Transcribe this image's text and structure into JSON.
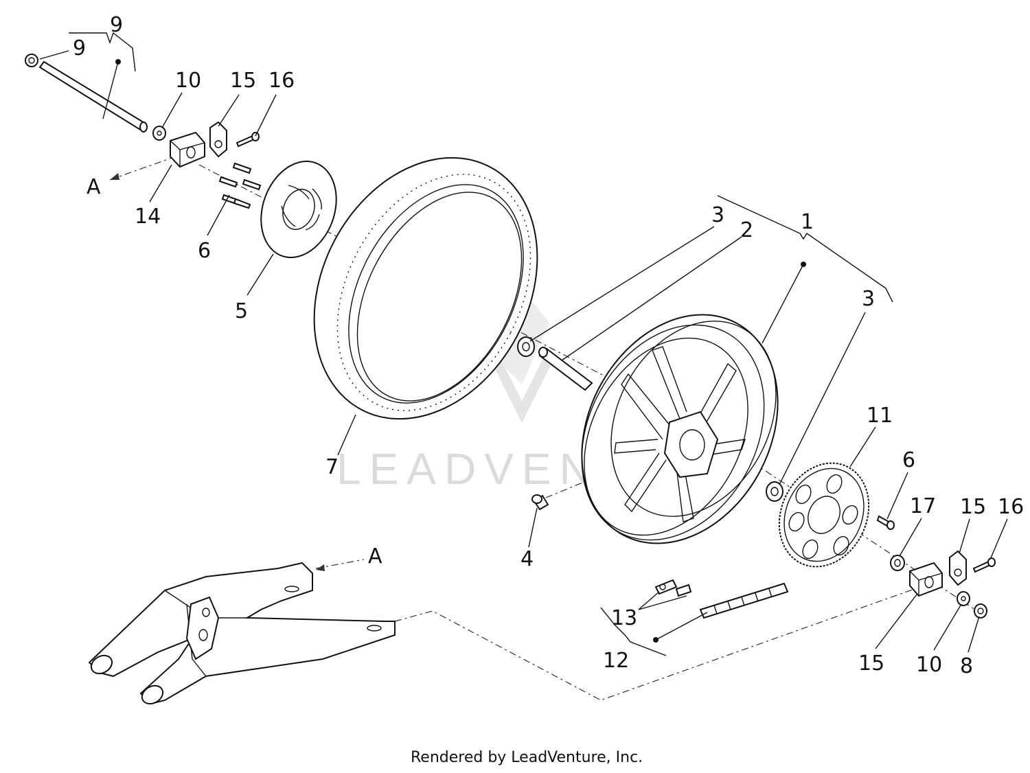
{
  "diagram": {
    "callouts": [
      {
        "id": "c1",
        "label": "1"
      },
      {
        "id": "c2",
        "label": "2"
      },
      {
        "id": "c3a",
        "label": "3"
      },
      {
        "id": "c3b",
        "label": "3"
      },
      {
        "id": "c4",
        "label": "4"
      },
      {
        "id": "c5",
        "label": "5"
      },
      {
        "id": "c6a",
        "label": "6"
      },
      {
        "id": "c6b",
        "label": "6"
      },
      {
        "id": "c7",
        "label": "7"
      },
      {
        "id": "c8",
        "label": "8"
      },
      {
        "id": "c9a",
        "label": "9"
      },
      {
        "id": "c9b",
        "label": "9"
      },
      {
        "id": "c10a",
        "label": "10"
      },
      {
        "id": "c10b",
        "label": "10"
      },
      {
        "id": "c11",
        "label": "11"
      },
      {
        "id": "c12",
        "label": "12"
      },
      {
        "id": "c13",
        "label": "13"
      },
      {
        "id": "c14",
        "label": "14"
      },
      {
        "id": "c15a",
        "label": "15"
      },
      {
        "id": "c15b",
        "label": "15"
      },
      {
        "id": "c15c",
        "label": "15"
      },
      {
        "id": "c16a",
        "label": "16"
      },
      {
        "id": "c16b",
        "label": "16"
      },
      {
        "id": "c17",
        "label": "17"
      }
    ],
    "reference_letters": [
      {
        "id": "refA1",
        "label": "A"
      },
      {
        "id": "refA2",
        "label": "A"
      }
    ],
    "watermark": "LEADVENT",
    "footer": "Rendered by LeadVenture, Inc."
  }
}
